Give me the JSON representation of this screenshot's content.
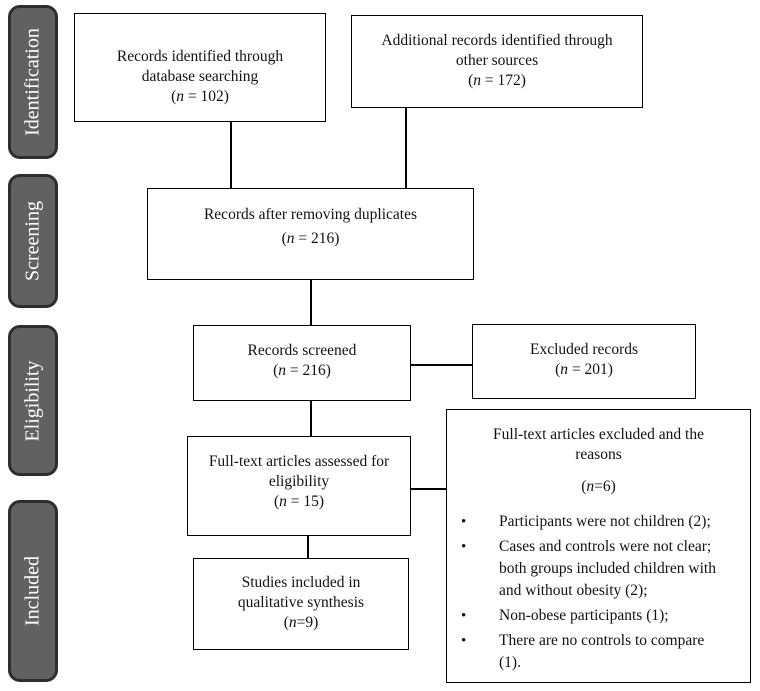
{
  "stages": [
    {
      "id": "identification",
      "label": "Identification"
    },
    {
      "id": "screening",
      "label": "Screening"
    },
    {
      "id": "eligibility",
      "label": "Eligibility"
    },
    {
      "id": "included",
      "label": "Included"
    }
  ],
  "boxes": {
    "db_search": {
      "line1": "Records identified through",
      "line2": "database searching",
      "n_var": "n",
      "n_rest": " = 102)"
    },
    "other_sources": {
      "line1": "Additional records identified through",
      "line2": "other sources",
      "n_var": "n",
      "n_rest": " = 172)"
    },
    "after_duplicates": {
      "line1": "Records after removing duplicates",
      "n_var": "n",
      "n_rest": " = 216)"
    },
    "screened": {
      "line1": "Records screened",
      "n_var": "n",
      "n_rest": " = 216)"
    },
    "excluded": {
      "line1": "Excluded records",
      "n_var": "n",
      "n_rest": " = 201)"
    },
    "fulltext_assessed": {
      "line1": "Full-text articles assessed for",
      "line2": "eligibility",
      "n_var": "n",
      "n_rest": " = 15)"
    },
    "fulltext_excluded": {
      "line1": "Full-text articles excluded and the",
      "line2": "reasons",
      "n_var": "n",
      "n_rest": "=6)",
      "reasons": [
        {
          "bullet": "•",
          "lines": [
            "Participants were not children (2);"
          ]
        },
        {
          "bullet": "•",
          "lines": [
            "Cases and controls were not clear;",
            "both groups included children with",
            "and without obesity (2);"
          ]
        },
        {
          "bullet": "•",
          "lines": [
            "Non-obese participants (1);"
          ]
        },
        {
          "bullet": "•",
          "lines": [
            "There are no controls to compare",
            "(1)."
          ]
        }
      ]
    },
    "included_studies": {
      "line1": "Studies included in",
      "line2": "qualitative synthesis",
      "n_var": "n",
      "n_rest": "=9)"
    }
  },
  "open_paren": "("
}
